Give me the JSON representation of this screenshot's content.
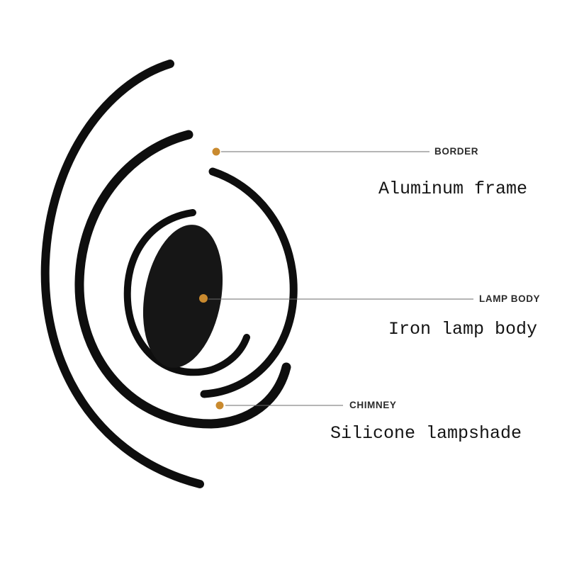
{
  "figure": {
    "background": "#ffffff",
    "lamp": {
      "frame_color": "#0e0e0e",
      "body_color": "#161616",
      "accent_dot_color": "#c98a2f",
      "leader_line_color": "#6b6b6b"
    },
    "callouts": [
      {
        "id": "border",
        "label": "BORDER",
        "description": "Aluminum frame"
      },
      {
        "id": "lamp-body",
        "label": "LAMP BODY",
        "description": "Iron lamp body"
      },
      {
        "id": "chimney",
        "label": "CHIMNEY",
        "description": "Silicone lampshade"
      }
    ]
  }
}
